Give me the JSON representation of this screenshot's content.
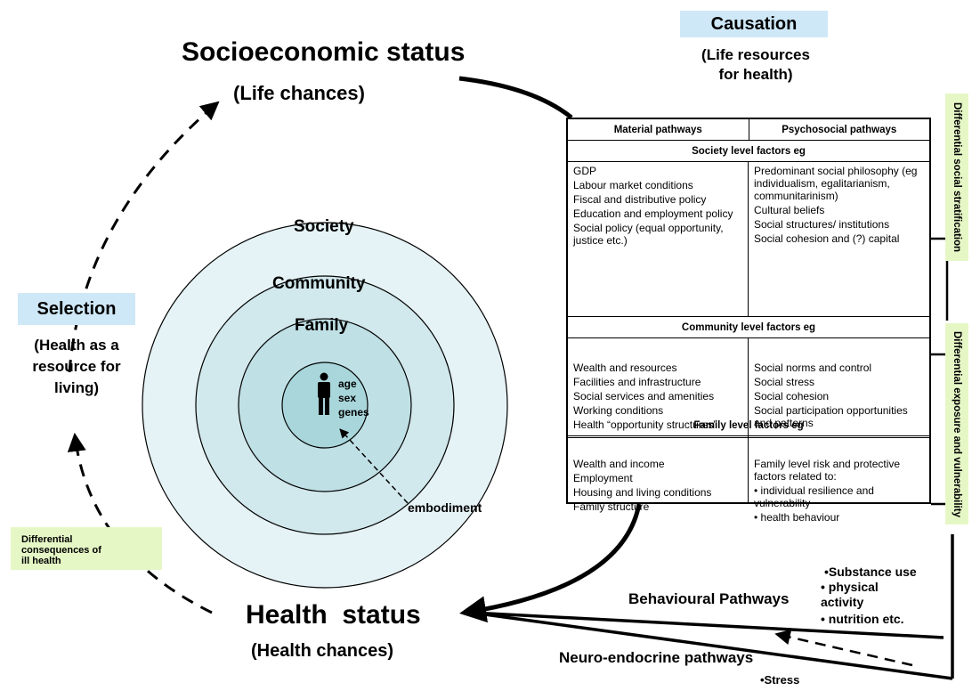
{
  "socioeconomic": {
    "title": "Socioeconomic status",
    "subtitle": "(Life chances)"
  },
  "health_status": {
    "title": "Health  status",
    "subtitle": "(Health chances)"
  },
  "causation": {
    "label": "Causation",
    "sub1": "(Life resources",
    "sub2": "for health)"
  },
  "selection": {
    "label": "Selection",
    "sub1": "(Health as a",
    "sub2": "resource for",
    "sub3": "living)"
  },
  "differential_consequences": {
    "line1": "Differential",
    "line2": "consequences of",
    "line3": "ill health"
  },
  "rings": {
    "society": "Society",
    "community": "Community",
    "family": "Family"
  },
  "person": {
    "icon": "person-icon",
    "line1": "age",
    "line2": "sex",
    "line3": "genes"
  },
  "embodiment": "embodiment",
  "table": {
    "col_material": "Material pathways",
    "col_psychosocial": "Psychosocial pathways",
    "society_header": "Society level factors eg",
    "society_material": [
      "GDP",
      "Labour market conditions",
      "Fiscal and distributive policy",
      "Education and employment policy",
      "Social policy (equal opportunity, justice etc.)"
    ],
    "society_psychosocial": [
      "Predominant social philosophy (eg individualism, egalitarianism, communitarinism)",
      "Cultural beliefs",
      "Social structures/ institutions",
      "Social cohesion and (?) capital"
    ],
    "community_header": "Community level factors eg",
    "community_material": [
      "Wealth and resources",
      "Facilities and infrastructure",
      "Social services and amenities",
      "Working conditions",
      "Health “opportunity structures”"
    ],
    "community_psychosocial": [
      "Social norms and control",
      "Social stress",
      "Social cohesion",
      "Social participation opportunities and patterns"
    ],
    "family_header": "Family level factors eg",
    "family_material": [
      "Wealth and income",
      "Employment",
      "Housing and living conditions",
      "Family structure"
    ],
    "family_psychosocial": [
      "Family level risk and protective factors related to:",
      "• individual resilience and vulnerability",
      "• health behaviour"
    ]
  },
  "side_labels": {
    "stratification": "Differential social stratification",
    "exposure": "Differential exposure and vulnerability"
  },
  "behavioural": {
    "label": "Behavioural Pathways",
    "item1": "•Substance use",
    "item2": "• physical",
    "item3": "activity",
    "item4": "• nutrition etc."
  },
  "neuro": {
    "label": "Neuro-endocrine pathways",
    "item1": "•Stress"
  },
  "colors": {
    "outer_ring": "#e6f3f6",
    "ring2": "#d1e8ec",
    "ring3": "#bfe0e5",
    "inner_ring": "#a8d6db",
    "tag_blue": "#cfe8f7",
    "tag_green": "#e6f7c6"
  }
}
